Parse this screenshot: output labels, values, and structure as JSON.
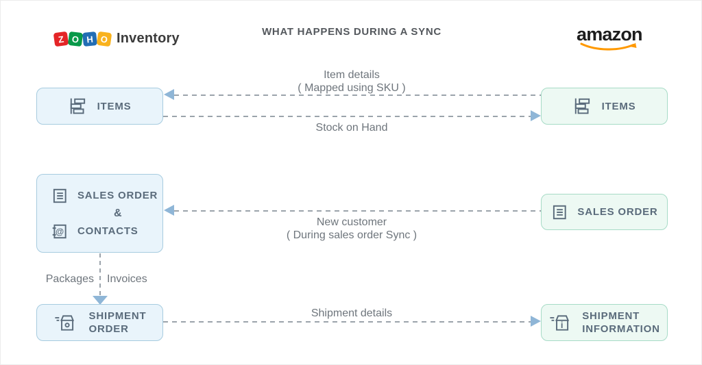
{
  "header": {
    "title": "WHAT HAPPENS DURING A SYNC",
    "zoho": {
      "tiles": [
        {
          "letter": "Z",
          "color": "#E42527"
        },
        {
          "letter": "O",
          "color": "#089949"
        },
        {
          "letter": "H",
          "color": "#226DB4"
        },
        {
          "letter": "O",
          "color": "#F9B21D"
        }
      ],
      "product": "Inventory"
    },
    "amazon": {
      "wordmark": "amazon",
      "smile_color": "#FF9900"
    }
  },
  "nodes": {
    "zoho_items": {
      "label": "ITEMS",
      "icon": "items-stack-icon"
    },
    "amazon_items": {
      "label": "ITEMS",
      "icon": "items-stack-icon"
    },
    "zoho_sales_contacts": {
      "line1": "SALES ORDER",
      "amp": "&",
      "line2": "CONTACTS",
      "icon1": "sales-order-document-icon",
      "icon2": "contacts-book-icon"
    },
    "amazon_sales_order": {
      "label": "SALES ORDER",
      "icon": "sales-order-document-icon"
    },
    "zoho_shipment_order": {
      "line1": "SHIPMENT",
      "line2": "ORDER",
      "icon": "shipment-box-icon"
    },
    "amazon_shipment_info": {
      "line1": "SHIPMENT",
      "line2": "INFORMATION",
      "icon": "shipment-info-box-icon"
    }
  },
  "flows": {
    "item_details": {
      "line1": "Item details",
      "line2": "( Mapped using SKU )",
      "direction": "amazon-to-zoho"
    },
    "stock_on_hand": {
      "label": "Stock on Hand",
      "direction": "zoho-to-amazon"
    },
    "new_customer": {
      "line1": "New customer",
      "line2": "( During sales order Sync )",
      "direction": "amazon-to-zoho"
    },
    "packages_invoices": {
      "left_label": "Packages",
      "right_label": "Invoices",
      "direction": "down"
    },
    "shipment_details": {
      "label": "Shipment details",
      "direction": "zoho-to-amazon"
    }
  },
  "colors": {
    "zoho_box_fill": "#E9F4FB",
    "zoho_box_border": "#A6CBDF",
    "amazon_box_fill": "#EDF9F3",
    "amazon_box_border": "#A6DBC6",
    "box_text": "#5A6B7B",
    "label_text": "#6E757C",
    "dash": "#9BA3AB",
    "arrowhead": "#8FB6D7",
    "title_text": "#54585D"
  }
}
